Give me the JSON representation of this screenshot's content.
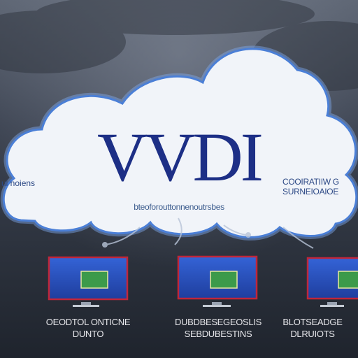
{
  "diagram": {
    "title": "VVDI",
    "cloud_subtitle": "bteoforouttonnenoutrsbes",
    "left_label": "ul noiens",
    "right_label": [
      "COOIRATIIW G",
      "SURNEIOAIOE"
    ],
    "monitors": [
      {
        "label": [
          "OEODTOL ONTICNE",
          "DUNTO"
        ]
      },
      {
        "label": [
          "DUBDBESEGEOSLIS",
          "SEBDUBESTINS"
        ]
      },
      {
        "label": [
          "BLOTSEADGE",
          "DLRUIOTS"
        ]
      }
    ],
    "colors": {
      "cloud_fill": "#f1f4f9",
      "cloud_outline": "#4b7fd6",
      "title": "#1d2f86",
      "screen": "#2a4fbf",
      "screen_border": "#c0263a",
      "screen_inner": "#3c9a4a",
      "sky": "#3b4250"
    }
  }
}
